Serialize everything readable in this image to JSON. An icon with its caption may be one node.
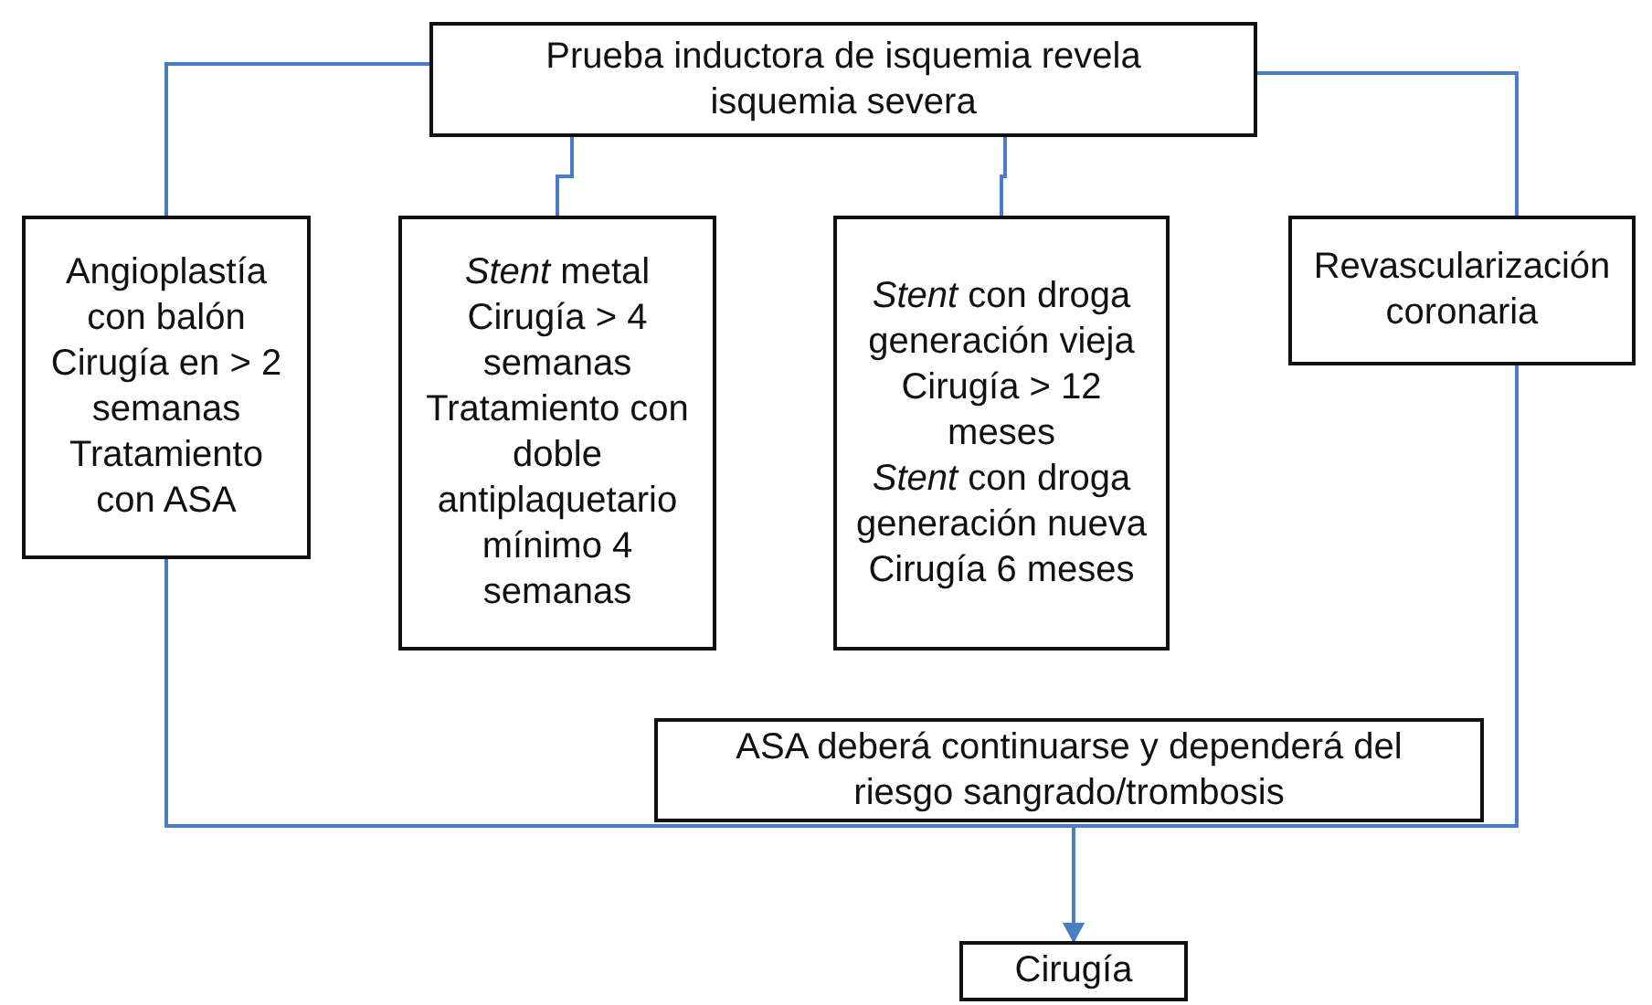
{
  "diagram": {
    "nodes": [
      {
        "text": [
          "Prueba inductora de isquemia revela isquemia severa"
        ]
      },
      {
        "text": [
          "Angioplastía con balón",
          "Cirugía en > 2 semanas",
          "Tratamiento con ASA"
        ]
      },
      {
        "text": [
          "*Stent* metal",
          "Cirugía > 4 semanas",
          "Tratamiento con doble antiplaquetario mínimo 4 semanas"
        ]
      },
      {
        "text": [
          "*Stent* con droga generación vieja",
          "Cirugía > 12 meses",
          "*Stent* con droga generación nueva",
          "Cirugía 6 meses"
        ]
      },
      {
        "text": [
          "Revascularización coronaria"
        ]
      },
      {
        "text": [
          "ASA deberá continuarse y dependerá del riesgo sangrado/trombosis"
        ]
      },
      {
        "text": [
          "Cirugía"
        ]
      }
    ],
    "edges": [
      {
        "from": 0,
        "to": 1,
        "arrow": "none"
      },
      {
        "from": 0,
        "to": 2,
        "arrow": "none"
      },
      {
        "from": 0,
        "to": 3,
        "arrow": "none"
      },
      {
        "from": 0,
        "to": 4,
        "arrow": "none"
      },
      {
        "from": 1,
        "to": 6,
        "arrow": "to"
      },
      {
        "from": 4,
        "to": 6,
        "arrow": "to"
      }
    ]
  }
}
